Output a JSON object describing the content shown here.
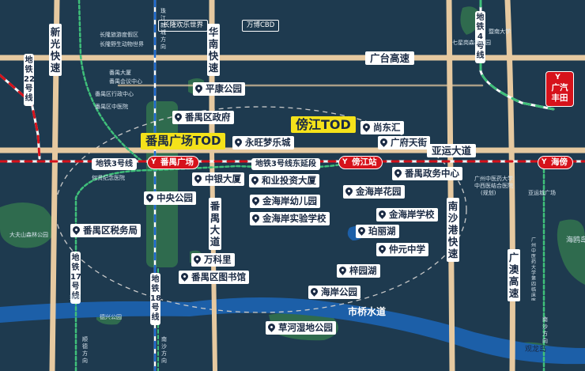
{
  "colors": {
    "background": "#1e3a4f",
    "road": "#e6c9a0",
    "metro_green": "#3fbf7a",
    "metro_white": "#ffffff",
    "metro_red": "#d6121b",
    "river": "#1c5fa8",
    "park": "#2f6b4e",
    "highlight": "#f4e21a"
  },
  "roads": {
    "xinguang": "新光快速",
    "huanan": "华南快速",
    "guangtai": "广台高速",
    "yayun": "亚运大道",
    "nansha": "南沙港快速",
    "panyu_dadao": "番禺大道",
    "guangao": "广澳高速"
  },
  "metro": {
    "line22": "地铁22号线",
    "line3": "地铁3号线",
    "line3_east": "地铁3号线东延段",
    "line17": "地铁17号线",
    "line17_note": "规划",
    "line18": "地铁18号线",
    "line4": "地铁4号线",
    "top_line": "珠江新城方向"
  },
  "stations": {
    "panyu_square": "番禺广场",
    "bangjiang": "傍江站",
    "haibang": "海傍",
    "guangqi_fengtian": "广汽丰田"
  },
  "highlights": {
    "panyu_tod": "番禺广场TOD",
    "bangjiang_tod": "傍江TOD"
  },
  "poi": {
    "pingkang_park": "平康公园",
    "district_gov": "番禺区政府",
    "yongwang": "永旺梦乐城",
    "shangdong": "尚东汇",
    "guangfu": "广府天街",
    "gov_center": "番禺政务中心",
    "zhongyin": "中银大厦",
    "hexing": "和业投资大厦",
    "jinhai_garden": "金海岸花园",
    "central_park": "中央公园",
    "jinhai_kinder": "金海岸幼儿园",
    "jinhai_school": "金海岸学校",
    "jinhai_exp": "金海岸实验学校",
    "tax_bureau": "番禺区税务局",
    "pearl_lake": "珀丽湖",
    "wanke": "万科里",
    "zhongyuan": "仲元中学",
    "library": "番禺区图书馆",
    "ziyuan_lake": "梓园湖",
    "haian_park": "海岸公园",
    "caohe_park": "草河湿地公园"
  },
  "small_labels": {
    "chimelong_resort": "长隆旅游度假区",
    "chimelong_wild": "长隆野生动物世界",
    "panyu_building": "番禺大厦",
    "panyu_hall": "番禺会议中心",
    "panyu_admin": "番禺区行政中心",
    "panyu_hospital": "番禺区中医院",
    "hexian_memorial": "何贤纪念医院",
    "dafushan": "大夫山森林公园",
    "dehe_park": "德兴公园",
    "qilu_park": "七星岗森林公园",
    "tcm_university": "暨南大学",
    "tcm_hospital": "广州中医药大学",
    "tcm_hospital2": "中西医结合医院",
    "tcm_note": "(规划)",
    "yayun_city": "亚运城广场",
    "haiou_island": "海鸥岛",
    "guanlong_island": "观龙岛",
    "nansha_dir": "南沙方向",
    "nansha_dir2": "南沙方向",
    "huadu_dir": "顺德方向",
    "tcm_uni_cbd": "广州中医药大学第四临床医学院(规划)"
  },
  "boxed": {
    "chimelong_world": "长隆欢乐世界",
    "wanbo_cbd": "万博CBD"
  },
  "water": {
    "shiqiao": "市桥水道"
  }
}
